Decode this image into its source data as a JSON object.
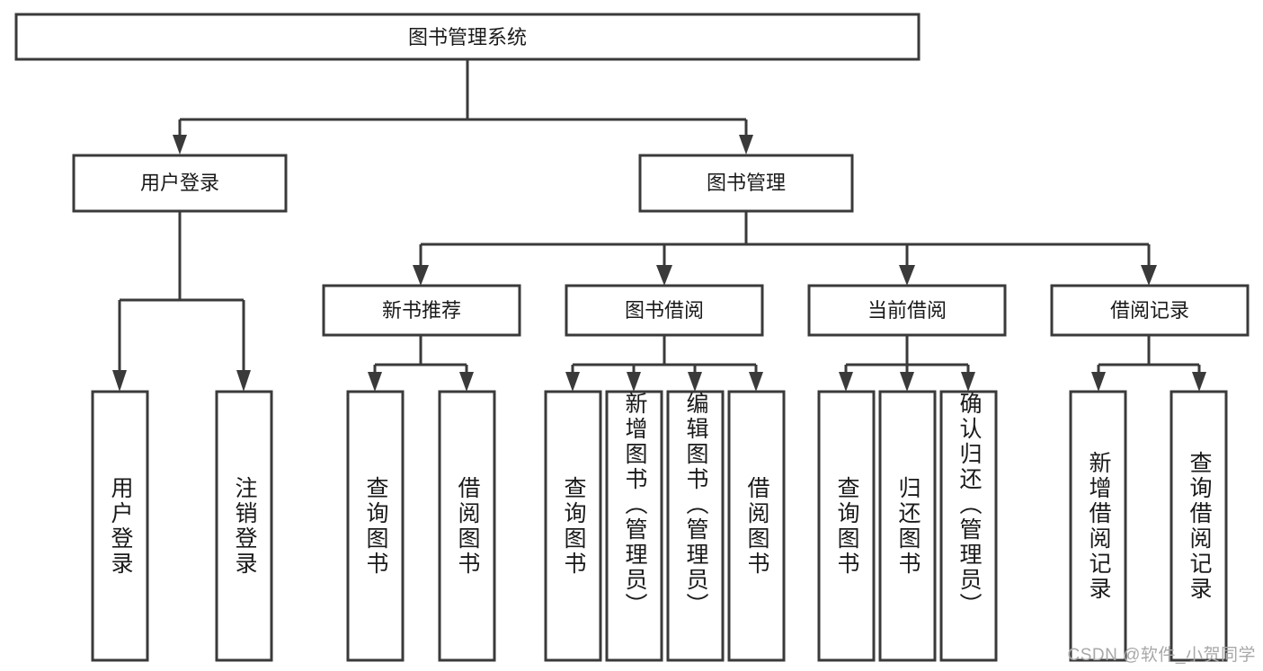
{
  "diagram": {
    "type": "tree",
    "title": "图书管理系统",
    "orientation": "top-down",
    "background_color": "#ffffff",
    "line_color": "#3a3a3a",
    "text_color": "#1a1a1a",
    "root": {
      "label": "图书管理系统"
    },
    "level2": [
      {
        "label": "用户登录"
      },
      {
        "label": "图书管理"
      }
    ],
    "level3": [
      {
        "label": "新书推荐"
      },
      {
        "label": "图书借阅"
      },
      {
        "label": "当前借阅"
      },
      {
        "label": "借阅记录"
      }
    ],
    "leaves": {
      "user_login": [
        {
          "label": "用户登录"
        },
        {
          "label": "注销登录"
        }
      ],
      "new_book_recommend": [
        {
          "label": "查询图书"
        },
        {
          "label": "借阅图书"
        }
      ],
      "book_borrow": [
        {
          "label": "查询图书"
        },
        {
          "label": "新增图书（管理员）"
        },
        {
          "label": "编辑图书（管理员）"
        },
        {
          "label": "借阅图书"
        }
      ],
      "current_borrow": [
        {
          "label": "查询图书"
        },
        {
          "label": "归还图书"
        },
        {
          "label": "确认归还（管理员）"
        }
      ],
      "borrow_record": [
        {
          "label": "新增借阅记录"
        },
        {
          "label": "查询借阅记录"
        }
      ]
    }
  },
  "watermark": {
    "text": "CSDN @软件_小贺同学"
  }
}
